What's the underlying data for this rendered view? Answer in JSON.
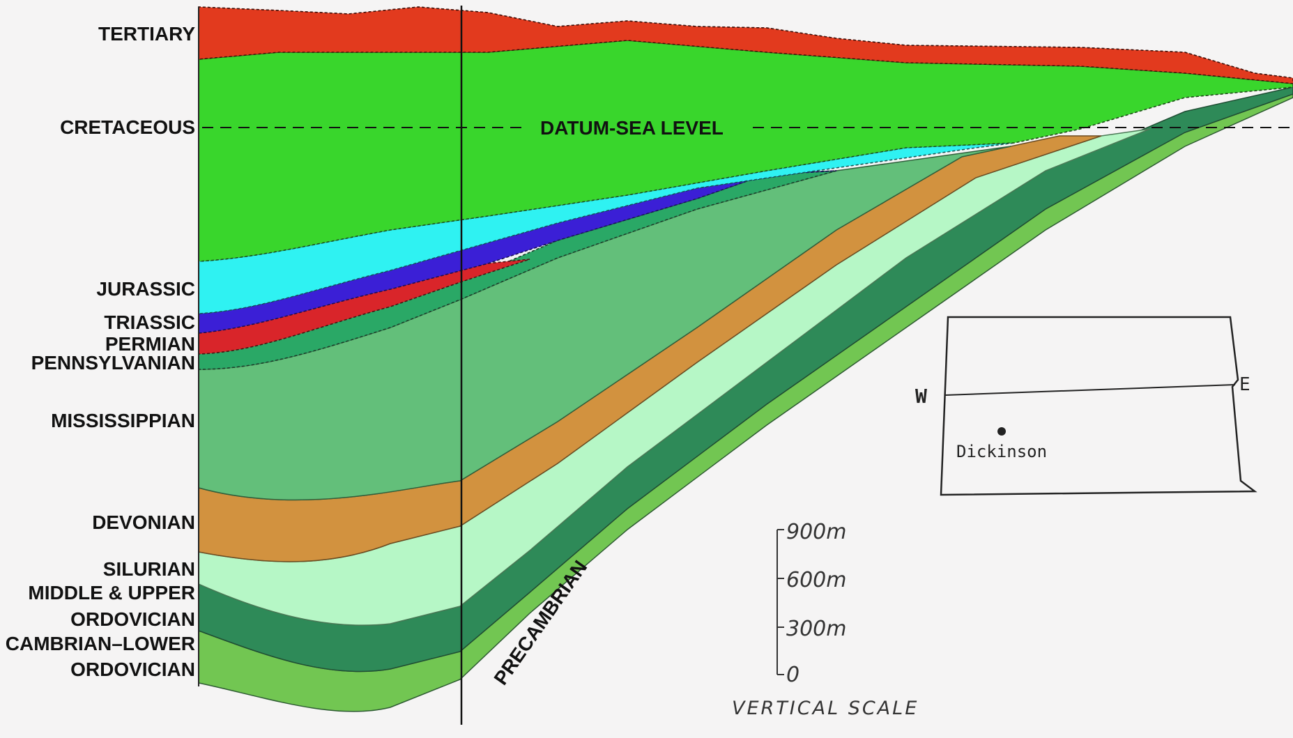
{
  "period_labels": [
    {
      "id": "tertiary",
      "text": "TERTIARY"
    },
    {
      "id": "cretaceous",
      "text": "CRETACEOUS"
    },
    {
      "id": "jurassic",
      "text": "JURASSIC"
    },
    {
      "id": "triassic",
      "text": "TRIASSIC"
    },
    {
      "id": "permian",
      "text": "PERMIAN"
    },
    {
      "id": "pennsylvanian",
      "text": "PENNSYLVANIAN"
    },
    {
      "id": "mississippian",
      "text": "MISSISSIPPIAN"
    },
    {
      "id": "devonian",
      "text": "DEVONIAN"
    },
    {
      "id": "silurian",
      "text": "SILURIAN"
    },
    {
      "id": "middle-upper",
      "text": "MIDDLE & UPPER"
    },
    {
      "id": "ordovician-1",
      "text": "ORDOVICIAN"
    },
    {
      "id": "cambrian-lower",
      "text": "CAMBRIAN–LOWER"
    },
    {
      "id": "ordovician-2",
      "text": "ORDOVICIAN"
    }
  ],
  "datum_label": "DATUM-SEA LEVEL",
  "precambrian_label": "PRECAMBRIAN",
  "scale": {
    "title": "VERTICAL SCALE",
    "ticks": [
      "900m",
      "600m",
      "300m",
      "0"
    ]
  },
  "inset_map": {
    "west_label": "W",
    "east_label": "E",
    "city_label": "Dickinson"
  },
  "colors": {
    "tertiary": "#e23a1e",
    "cretaceous": "#39d62c",
    "jurassic": "#2ff2f2",
    "triassic": "#3b1fd6",
    "permian": "#d9252a",
    "pennsylvanian": "#2aa866",
    "mississippian": "#63bf7a",
    "devonian": "#d2923f",
    "silurian": "#b6f7c6",
    "middle_upper_ordovician": "#2e8a58",
    "cambrian_lower_ordovician": "#72c652"
  }
}
